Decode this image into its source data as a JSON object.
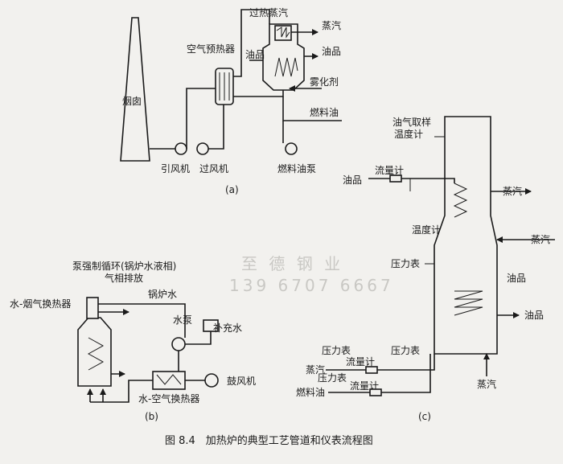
{
  "diagram_a": {
    "chimney": "烟囱",
    "induced_fan": "引风机",
    "forced_fan": "过风机",
    "air_preheater": "空气预热器",
    "superheat_steam": "过热蒸汽",
    "steam": "蒸汽",
    "oil_in": "油品",
    "oil_out": "油品",
    "atomizer": "雾化剂",
    "fuel_oil": "燃料油",
    "fuel_pump": "燃料油泵",
    "sub_label": "(a)"
  },
  "diagram_b": {
    "forced_circulation": "泵强制循环(锅炉水液相)",
    "vapor_exhaust": "气相排放",
    "water_flue_exchanger": "水-烟气换热器",
    "boiler_water": "锅炉水",
    "water_pump": "水泵",
    "makeup_water": "补充水",
    "blower": "鼓风机",
    "water_air_exchanger": "水-空气换热器",
    "sub_label": "(b)"
  },
  "diagram_c": {
    "sampling": "油气取样",
    "temp_gauge_top": "温度计",
    "oil_in": "油品",
    "flow_meter": "流量计",
    "steam_1": "蒸汽",
    "steam_2": "蒸汽",
    "temp_gauge": "温度计",
    "pressure_gauge": "压力表",
    "oil_mid": "油品",
    "oil_out": "油品",
    "steam_bottom": "蒸汽",
    "pg_1": "压力表",
    "fm_1": "流量计",
    "pg_2": "压力表",
    "steam_in": "蒸汽",
    "pg_3": "压力表",
    "fm_2": "流量计",
    "fuel_oil": "燃料油",
    "sub_label": "(c)"
  },
  "watermark": {
    "line1": "至 德 钢 业",
    "line2": "139 6707 6667"
  },
  "caption": "图 8.4　加热炉的典型工艺管道和仪表流程图"
}
